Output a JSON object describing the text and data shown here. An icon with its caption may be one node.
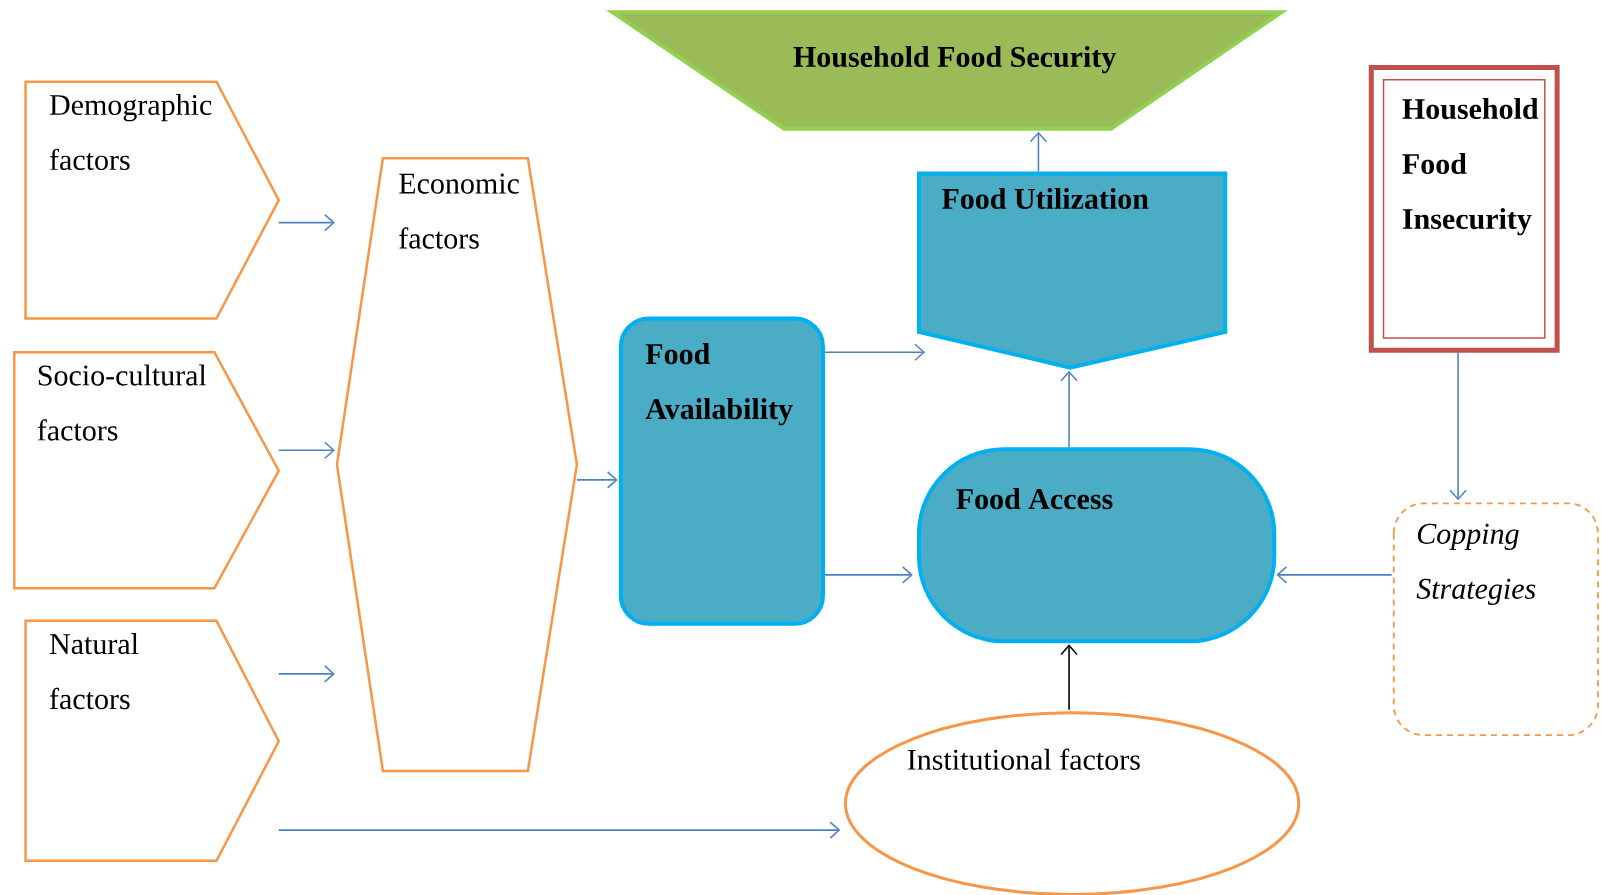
{
  "diagram": {
    "nodes": [
      {
        "text": [
          "Demographic factors"
        ]
      },
      {
        "text": [
          "Socio-cultural factors"
        ]
      },
      {
        "text": [
          "Natural factors"
        ]
      },
      {
        "text": [
          "Economic factors"
        ]
      },
      {
        "text": [
          "Food Availability"
        ]
      },
      {
        "text": [
          "Household Food Security"
        ]
      },
      {
        "text": [
          "Food Utilization"
        ]
      },
      {
        "text": [
          "Food Access"
        ]
      },
      {
        "text": [
          "Institutional factors"
        ]
      },
      {
        "text": [
          "Household Food Insecurity"
        ]
      },
      {
        "text": [
          "Copping Strategies"
        ]
      }
    ],
    "edges": [
      {
        "from": 0,
        "to": 3,
        "arrow": "to"
      },
      {
        "from": 1,
        "to": 3,
        "arrow": "to"
      },
      {
        "from": 2,
        "to": 3,
        "arrow": "to"
      },
      {
        "from": 2,
        "to": 8,
        "arrow": "to"
      },
      {
        "from": 3,
        "to": 4,
        "arrow": "to"
      },
      {
        "from": 4,
        "to": 6,
        "arrow": "to"
      },
      {
        "from": 4,
        "to": 7,
        "arrow": "to"
      },
      {
        "from": 7,
        "to": 6,
        "arrow": "to"
      },
      {
        "from": 6,
        "to": 5,
        "arrow": "to"
      },
      {
        "from": 8,
        "to": 7,
        "arrow": "to",
        "color": "#000000"
      },
      {
        "from": 9,
        "to": 10,
        "arrow": "to"
      },
      {
        "from": 10,
        "to": 7,
        "arrow": "to"
      }
    ]
  }
}
